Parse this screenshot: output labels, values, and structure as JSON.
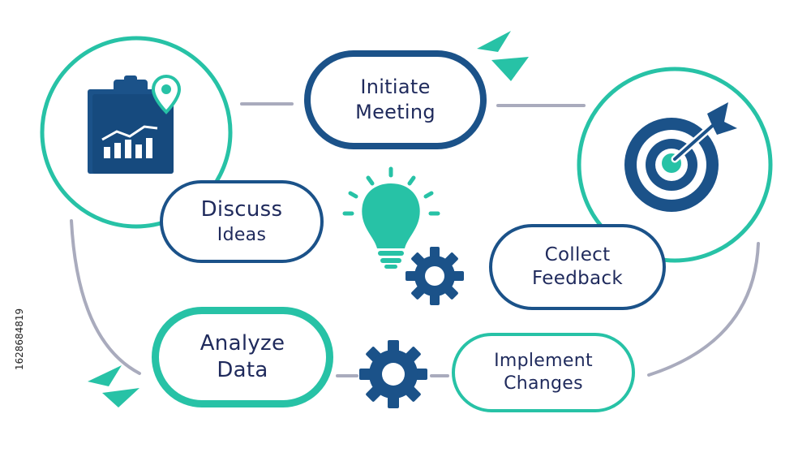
{
  "colors": {
    "navy": "#1b5289",
    "teal": "#27c2a6",
    "connector_gray": "#a9abbd",
    "text": "#1f2a5c"
  },
  "steps": {
    "initiate": [
      "Initiate",
      "Meeting"
    ],
    "discuss": [
      "Discuss",
      "Ideas"
    ],
    "collect": [
      "Collect",
      "Feedback"
    ],
    "analyze": [
      "Analyze",
      "Data"
    ],
    "implement": [
      "Implement",
      "Changes"
    ]
  },
  "watermark_id": "1628684819",
  "icons": [
    "clipboard-chart-icon",
    "location-pin-icon",
    "target-arrow-icon",
    "lightbulb-icon",
    "gear-icon",
    "paper-plane-icon"
  ]
}
